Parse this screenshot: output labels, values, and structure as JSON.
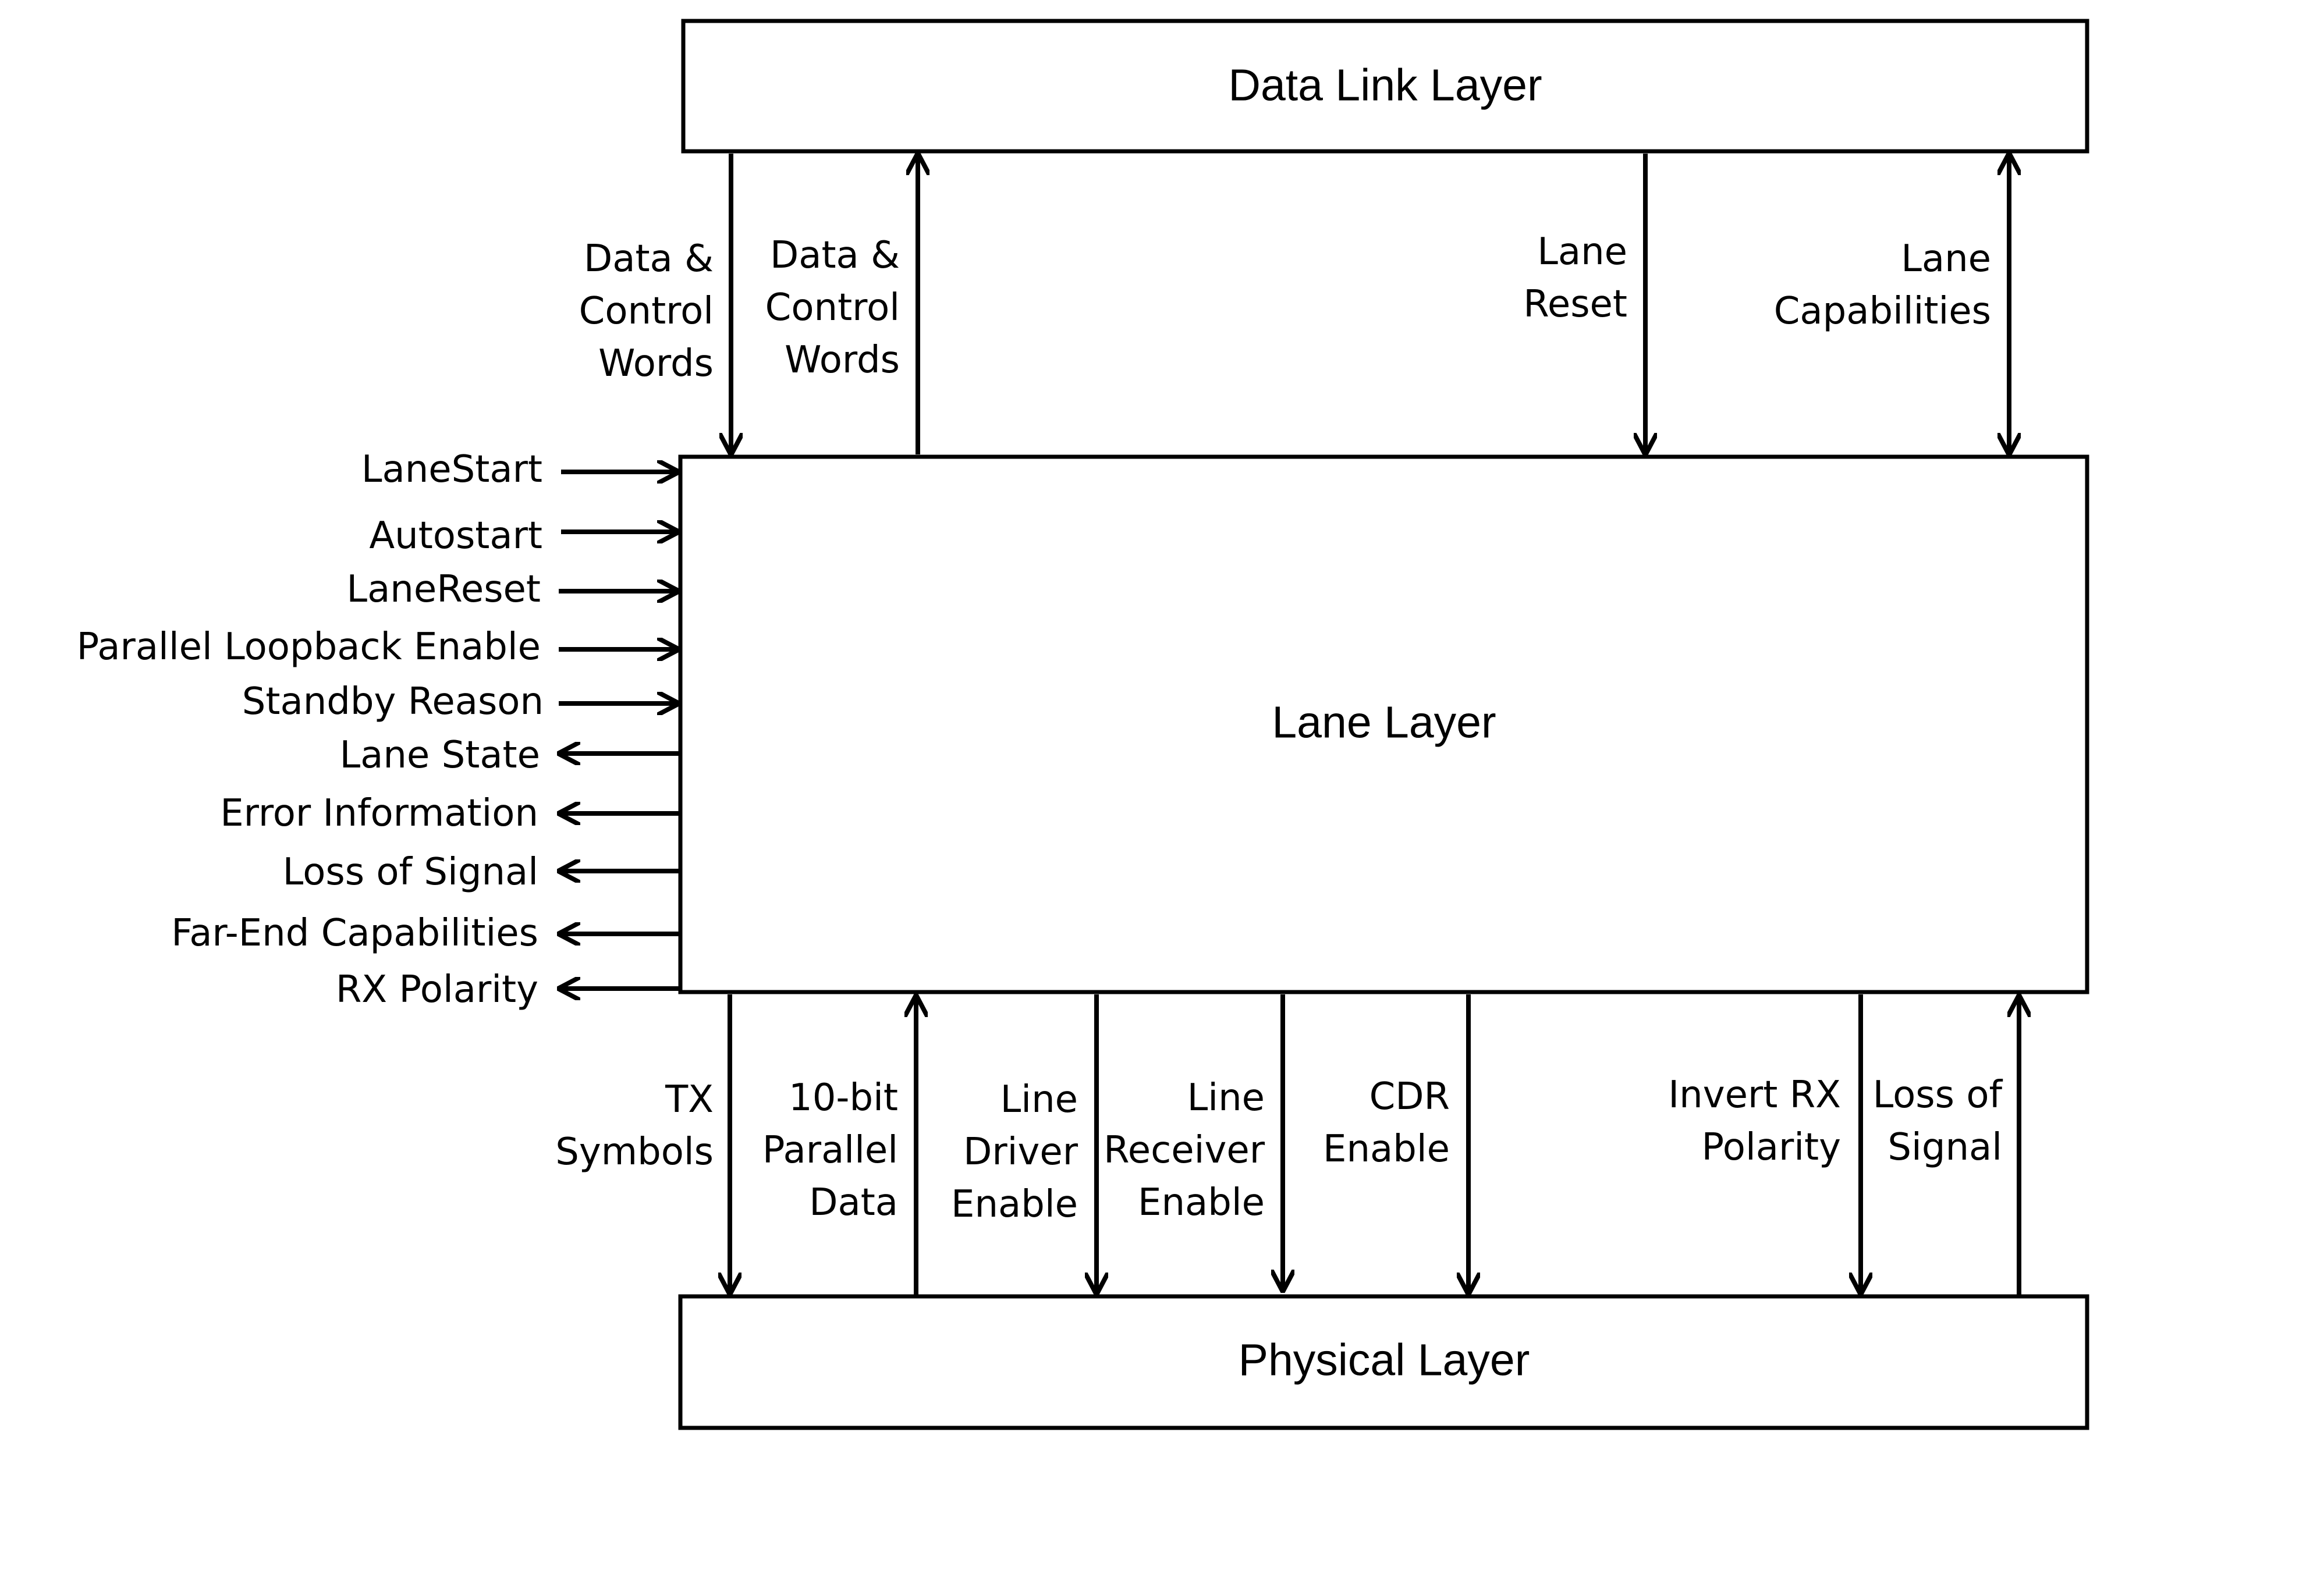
{
  "blocks": {
    "data_link": "Data Link Layer",
    "lane": "Lane Layer",
    "physical": "Physical Layer"
  },
  "top_signals": {
    "data_control_down": [
      "Data &",
      "Control",
      "Words"
    ],
    "data_control_up": [
      "Data &",
      "Control",
      "Words"
    ],
    "lane_reset": [
      "Lane",
      "Reset"
    ],
    "lane_capabilities": [
      "Lane",
      "Capabilities"
    ]
  },
  "side_inputs": [
    "LaneStart",
    "Autostart",
    "LaneReset",
    "Parallel Loopback Enable",
    "Standby Reason"
  ],
  "side_outputs": [
    "Lane State",
    "Error Information",
    "Loss of Signal",
    "Far-End Capabilities",
    "RX Polarity"
  ],
  "bottom_signals": {
    "tx_symbols": [
      "TX",
      "Symbols"
    ],
    "parallel_data": [
      "10-bit",
      "Parallel",
      "Data"
    ],
    "line_driver": [
      "Line",
      "Driver",
      "Enable"
    ],
    "line_receiver": [
      "Line",
      "Receiver",
      "Enable"
    ],
    "cdr_enable": [
      "CDR",
      "Enable"
    ],
    "invert_rx": [
      "Invert RX",
      "Polarity"
    ],
    "loss_of_signal": [
      "Loss of",
      "Signal"
    ]
  }
}
